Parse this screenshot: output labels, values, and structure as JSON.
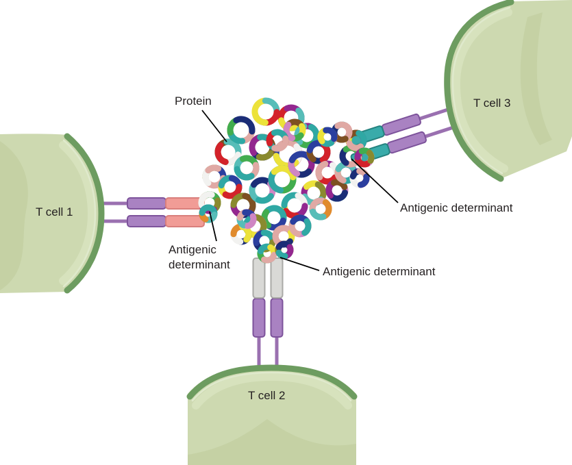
{
  "labels": {
    "protein": "Protein",
    "t_cell_1": "T cell 1",
    "t_cell_2": "T cell 2",
    "t_cell_3": "T cell 3",
    "antigenic_left": [
      "Antigenic",
      "determinant"
    ],
    "antigenic_bottom": "Antigenic determinant",
    "antigenic_right": "Antigenic determinant"
  },
  "colors": {
    "background": "#ffffff",
    "cell_body": "#cdd9b0",
    "cell_shade": "#c0cd9e",
    "cell_highlight": "#d9e3c1",
    "membrane": "#6d9c60",
    "membrane_inner": "#dfe9cc",
    "stalk": "#9a70b0",
    "receptor_base": "#a982c2",
    "receptor_base_border": "#7d539b",
    "tip_pink": "#f19c96",
    "tip_pink_border": "#d97f7c",
    "tip_teal": "#39abaa",
    "tip_teal_border": "#25827f",
    "tip_gray": "#d9d9d6",
    "tip_gray_border": "#a9a9a6",
    "text": "#231f20",
    "line": "#000000"
  },
  "protein_ribbon_palette": [
    "#2fa8a4",
    "#e0a9a4",
    "#2b3f9f",
    "#ece23a",
    "#42ad4e",
    "#d3222a",
    "#93278f",
    "#f2f2f0",
    "#e08b2d",
    "#7d5022",
    "#cf86c3",
    "#1b2d77",
    "#57bdb8",
    "#8a8a2e",
    "#2fa8a4",
    "#e0a9a4"
  ]
}
